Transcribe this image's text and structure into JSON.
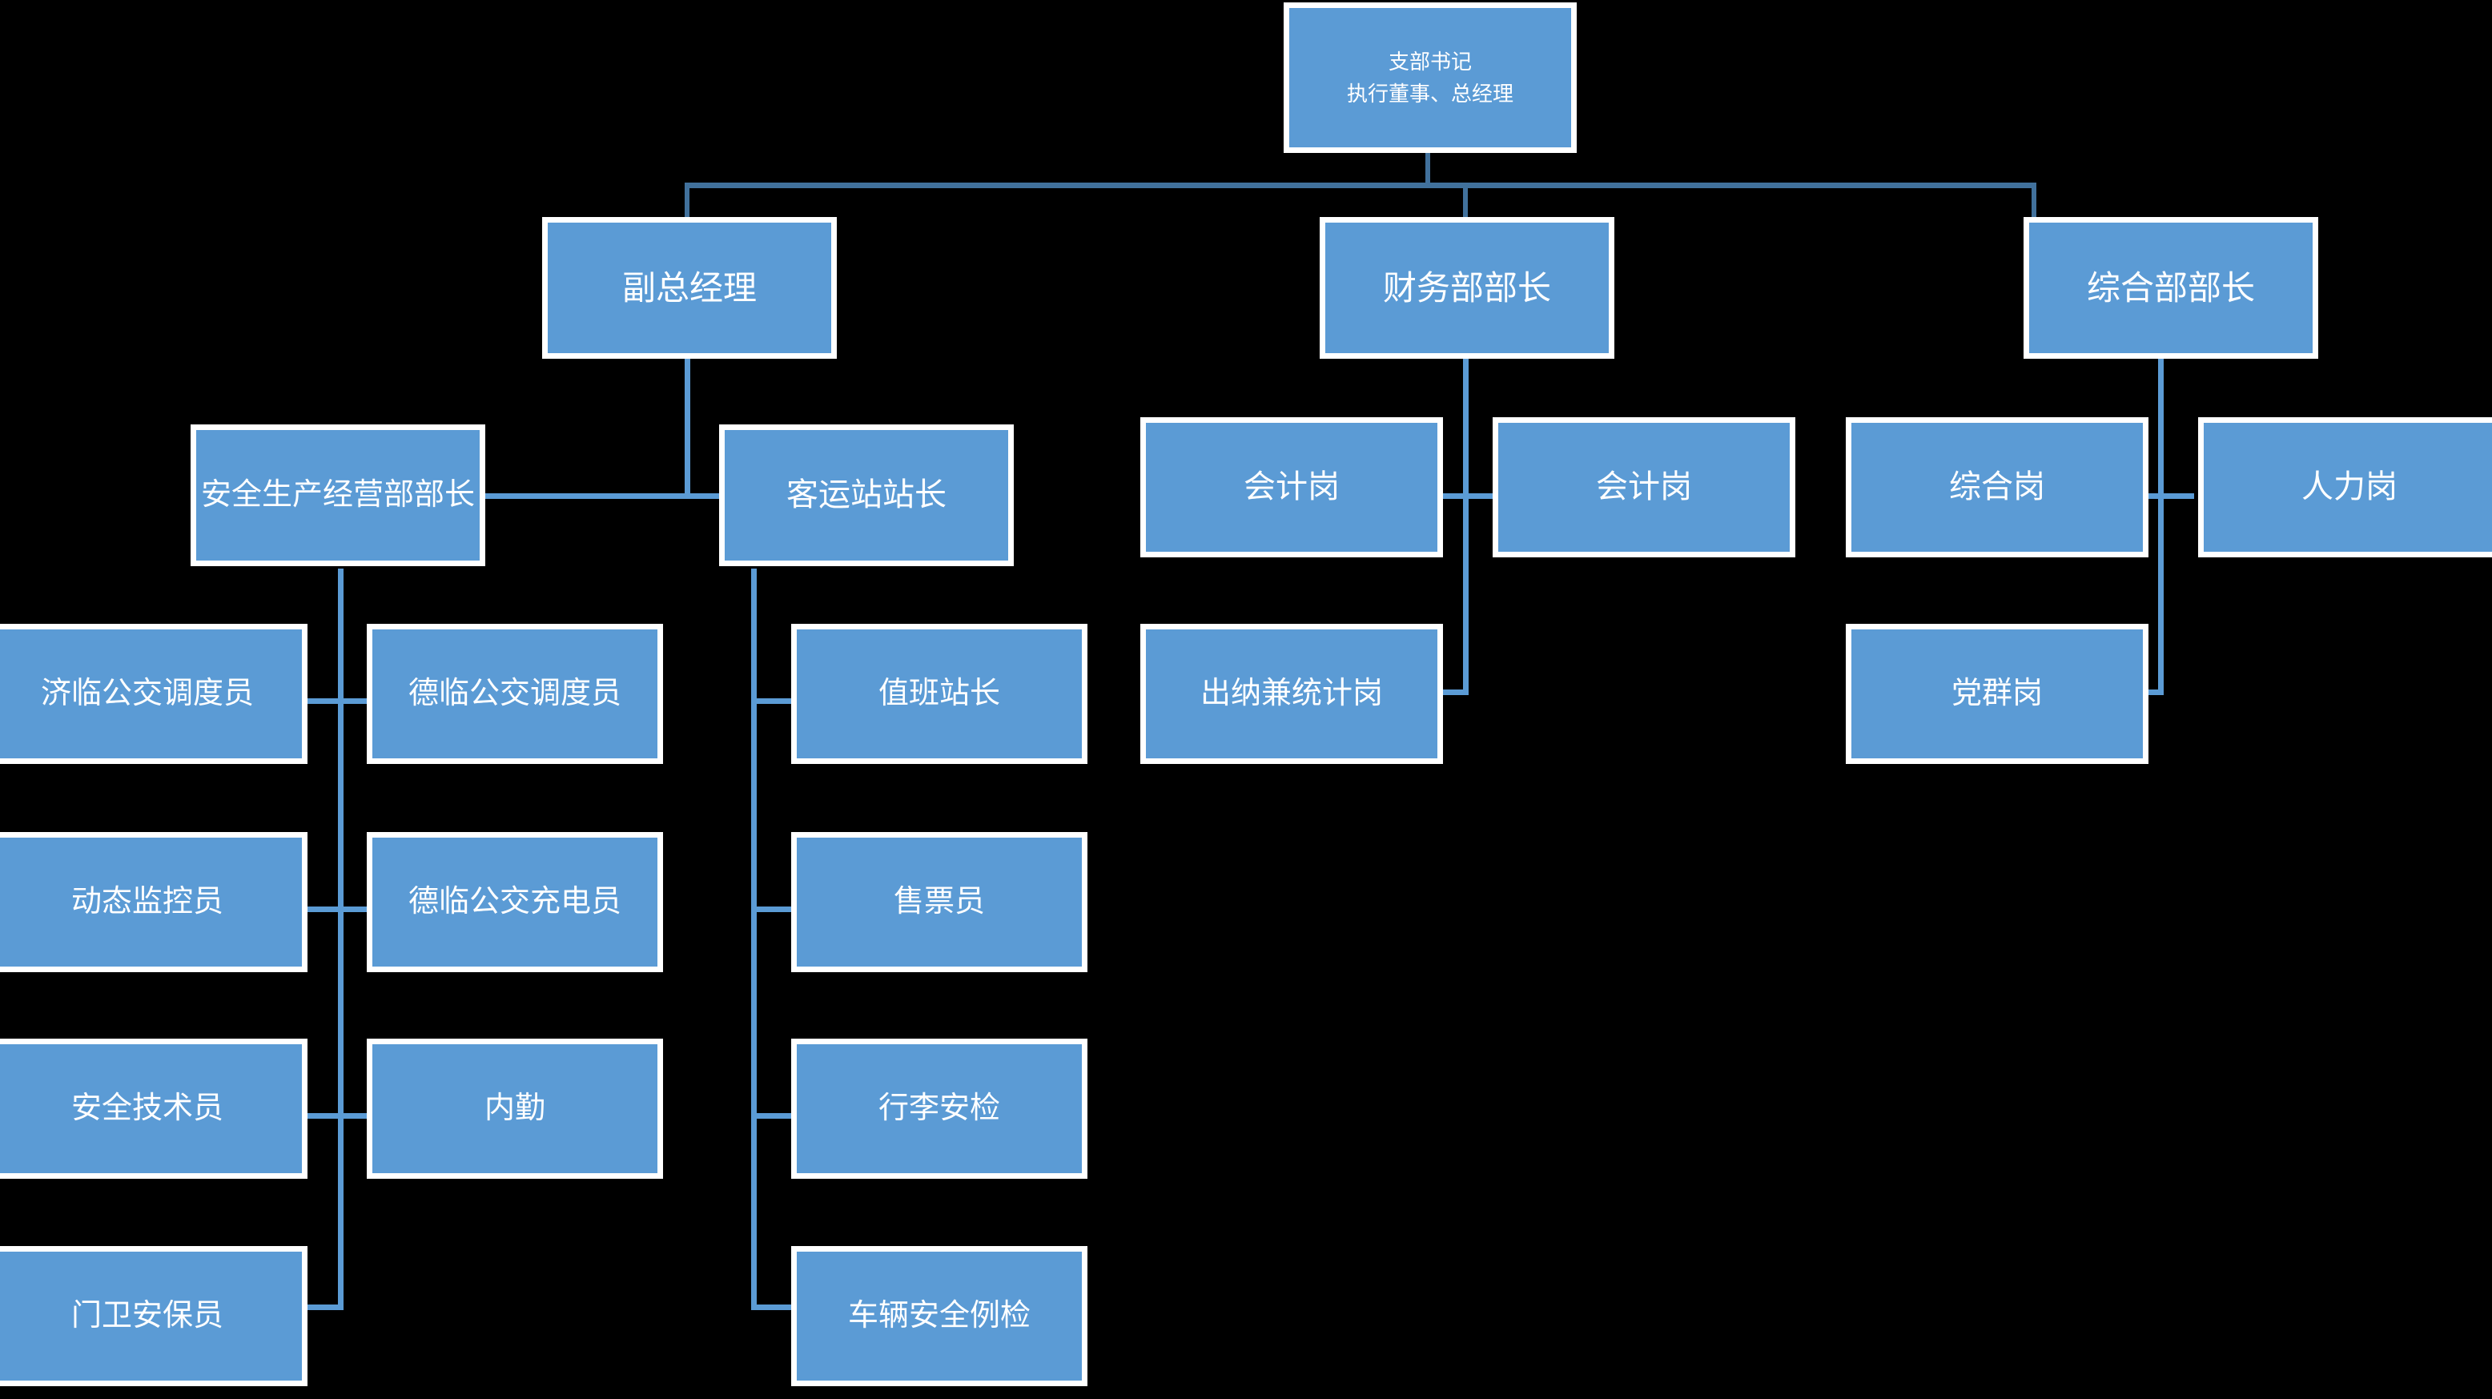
{
  "chart_title": "",
  "theme": {
    "background": "#000000",
    "node_fill": "#5b9bd5",
    "node_border": "#ffffff",
    "node_text": "#ffffff",
    "connector_dark": "#41719c",
    "connector_light": "#5b9bd5"
  },
  "org": {
    "root": {
      "line1": "支部书记",
      "line2": "执行董事、总经理"
    },
    "level2": [
      {
        "label": "副总经理"
      },
      {
        "label": "财务部部长"
      },
      {
        "label": "综合部部长"
      }
    ],
    "ops": {
      "safety_head": "安全生产经营部部长",
      "station_head": "客运站站长"
    },
    "safety_left": [
      {
        "label": "济临公交调度员"
      },
      {
        "label": "动态监控员"
      },
      {
        "label": "安全技术员"
      },
      {
        "label": "门卫安保员"
      }
    ],
    "safety_right": [
      {
        "label": "德临公交调度员"
      },
      {
        "label": "德临公交充电员"
      },
      {
        "label": "内勤"
      }
    ],
    "station_children": [
      {
        "label": "值班站长"
      },
      {
        "label": "售票员"
      },
      {
        "label": "行李安检"
      },
      {
        "label": "车辆安全例检"
      }
    ],
    "finance_children": [
      {
        "label": "会计岗"
      },
      {
        "label": "会计岗"
      },
      {
        "label": "出纳兼统计岗"
      }
    ],
    "general_children": [
      {
        "label": "综合岗"
      },
      {
        "label": "人力岗"
      },
      {
        "label": "党群岗"
      }
    ]
  }
}
